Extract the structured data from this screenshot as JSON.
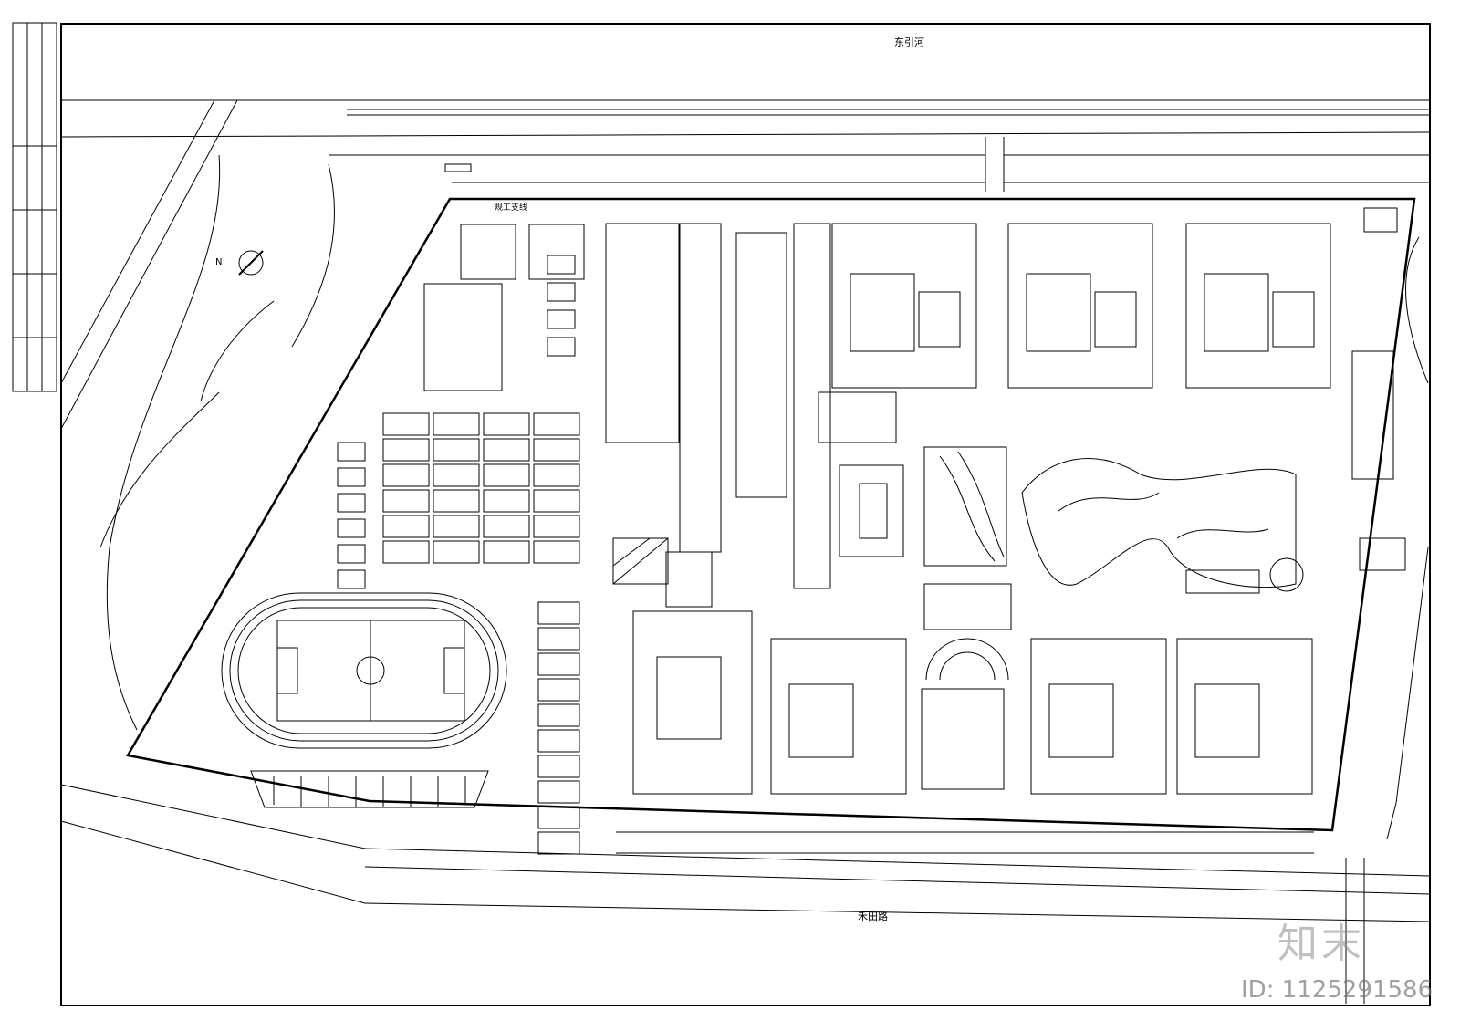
{
  "labels": {
    "river": "东引河",
    "branch_road": "规工支线",
    "main_road": "禾田路",
    "north": "N"
  },
  "watermark": {
    "brand": "知末",
    "id": "ID: 1125291586"
  },
  "colors": {
    "line": "#000000",
    "paper": "#ffffff",
    "watermark": "#8c8c8c"
  }
}
